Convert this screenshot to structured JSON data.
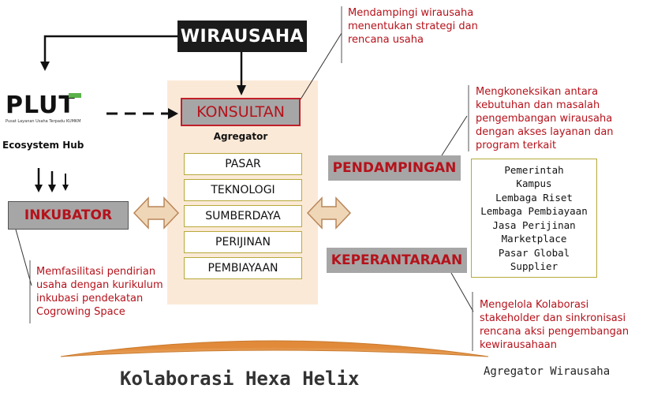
{
  "top_box": {
    "label": "WIRAUSAHA"
  },
  "logo": {
    "word": "PLUT",
    "tagline": "Pusat Layanan Usaha Terpadu KUMKM",
    "hub_label": "Ecosystem Hub"
  },
  "konsultan": {
    "label": "KONSULTAN",
    "sub_label": "Agregator"
  },
  "agregator_items": [
    "PASAR",
    "TEKNOLOGI",
    "SUMBERDAYA",
    "PERIJINAN",
    "PEMBIAYAAN"
  ],
  "inkubator": {
    "label": "INKUBATOR"
  },
  "pendampingan": {
    "label": "PENDAMPINGAN"
  },
  "keperantaraan": {
    "label": "KEPERANTARAAN"
  },
  "stakeholders": [
    "Pemerintah",
    "Kampus",
    "Lembaga Riset",
    "Lembaga Pembiayaan",
    "Jasa Perijinan",
    "Marketplace",
    "Pasar Global",
    "Supplier"
  ],
  "notes": {
    "konsultan": [
      "Mendampingi wirausaha",
      "menentukan strategi dan",
      "rencana usaha"
    ],
    "pendampingan": [
      "Mengkoneksikan antara",
      "kebutuhan dan masalah",
      "pengembangan wirausaha",
      "dengan akses layanan dan",
      "program terkait"
    ],
    "inkubator": [
      "Memfasilitasi pendirian",
      "usaha dengan kurikulum",
      "inkubasi pendekatan",
      "Cogrowing Space"
    ],
    "keperantaraan": [
      "Mengelola Kolaborasi",
      "stakeholder dan sinkronisasi",
      "rencana aksi pengembangan",
      "kewirausahaan"
    ]
  },
  "footer": {
    "main": "Kolaborasi Hexa Helix",
    "right": "Agregator Wirausaha"
  },
  "colors": {
    "accent_red": "#b5121b",
    "grey_box": "#a6a6a6",
    "panel_peach": "#fbe9d7",
    "arrow_tan": "#efd6b6",
    "arc_orange": "#e8a050",
    "item_border": "#b6a93a"
  }
}
